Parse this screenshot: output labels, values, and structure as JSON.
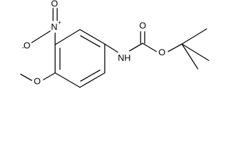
{
  "molecule": {
    "atoms": {
      "nitro_o_top": "O",
      "nitro_n": "N",
      "nitro_n_charge": "+",
      "nitro_o_left": "O",
      "nitro_o_left_charge": "-",
      "methoxy_o": "O",
      "amide_nh": "NH",
      "carbonyl_o": "O",
      "ester_o": "O"
    }
  }
}
